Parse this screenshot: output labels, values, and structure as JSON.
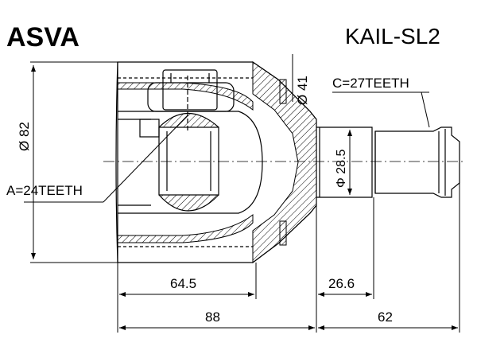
{
  "brand": "ASVA",
  "part_number": "KAIL-SL2",
  "labels": {
    "a_teeth": "A=24TEETH",
    "c_teeth": "C=27TEETH",
    "dia_outer": "Ø 82",
    "dia_seal": "Ø 41",
    "dia_shaft": "Φ 28.5",
    "dim_64_5": "64.5",
    "dim_26_6": "26.6",
    "dim_88": "88",
    "dim_62": "62"
  }
}
